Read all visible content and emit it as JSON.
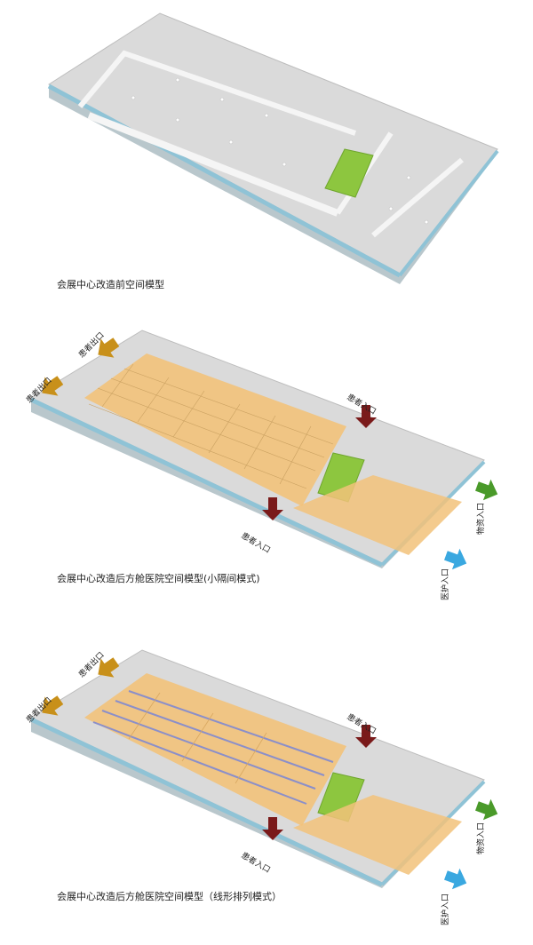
{
  "captions": {
    "before": "会展中心改造前空间模型",
    "after_small": "会展中心改造后方舱医院空间模型(小隔间模式)",
    "after_linear": "会展中心改造后方舱医院空间模型（线形排列模式）"
  },
  "labels": {
    "patient_exit": "患者出口",
    "patient_entry": "患者入口",
    "supply_entry": "物资入口",
    "medical_entry": "医护入口"
  },
  "colors": {
    "floor": "#d9d9d9",
    "wall": "#f4f4f4",
    "glass": "#9ccfe0",
    "green": "#8dc63f",
    "bed_area": "#f2c27a",
    "exit_arrow": "#c8901a",
    "patient_arrow": "#7a1a1a",
    "supply_arrow": "#4a9a2a",
    "medical_arrow": "#3aa8e0"
  }
}
